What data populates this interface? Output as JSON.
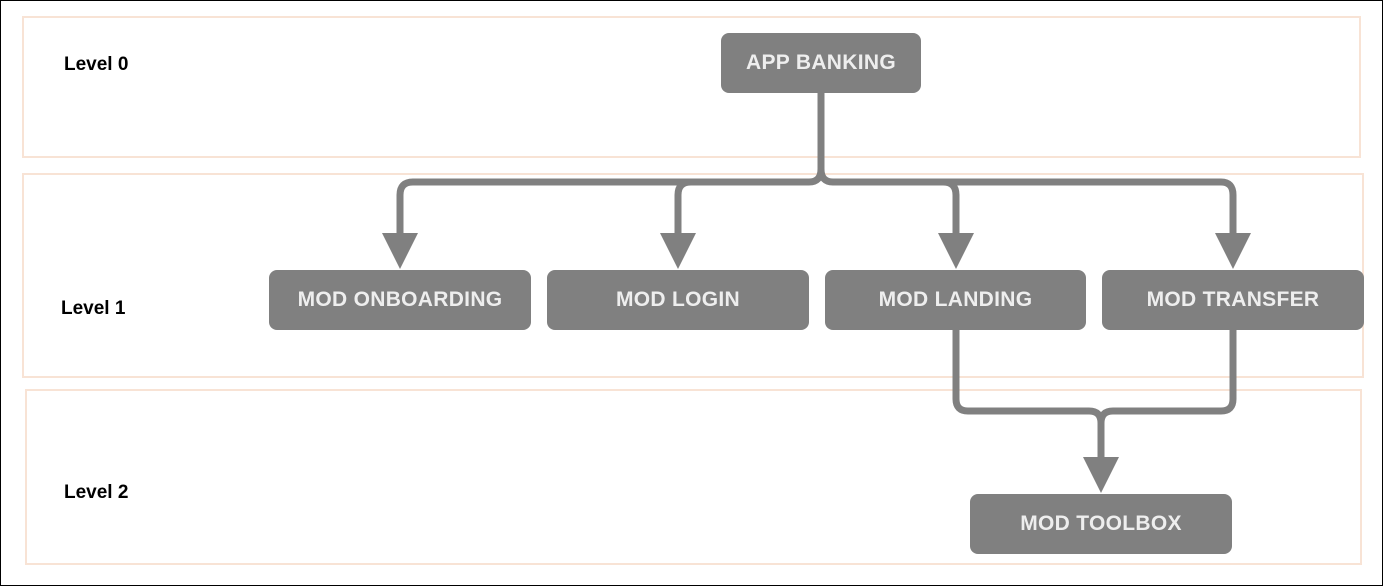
{
  "levels": [
    {
      "label": "Level 0"
    },
    {
      "label": "Level 1"
    },
    {
      "label": "Level 2"
    }
  ],
  "nodes": {
    "app_banking": "APP BANKING",
    "mod_onboarding": "MOD ONBOARDING",
    "mod_login": "MOD LOGIN",
    "mod_landing": "MOD LANDING",
    "mod_transfer": "MOD TRANSFER",
    "mod_toolbox": "MOD TOOLBOX"
  },
  "edges": [
    {
      "from": "app_banking",
      "to": "mod_onboarding"
    },
    {
      "from": "app_banking",
      "to": "mod_login"
    },
    {
      "from": "app_banking",
      "to": "mod_landing"
    },
    {
      "from": "app_banking",
      "to": "mod_transfer"
    },
    {
      "from": "mod_landing",
      "to": "mod_toolbox"
    },
    {
      "from": "mod_transfer",
      "to": "mod_toolbox"
    }
  ],
  "colors": {
    "node_fill": "#808080",
    "node_text": "#eeeeee",
    "connector": "#808080",
    "band_border": "#f8e3d5"
  }
}
